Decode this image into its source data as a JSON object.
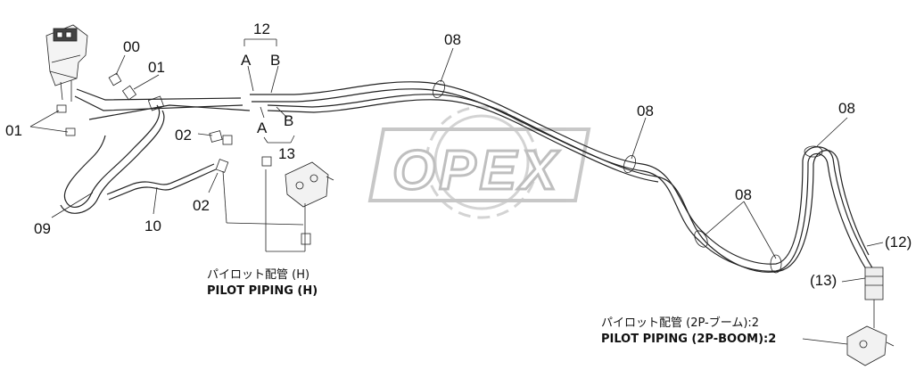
{
  "watermark": {
    "text": "OPEX"
  },
  "labels": {
    "l00": "00",
    "l01_top": "01",
    "l01_left": "01",
    "l02_upper": "02",
    "l02_lower": "02",
    "l09": "09",
    "l10": "10",
    "l12": "12",
    "l13": "13",
    "a_top": "A",
    "b_top": "B",
    "a_bot": "A",
    "b_bot": "B",
    "l08_1": "08",
    "l08_2": "08",
    "l08_3": "08",
    "l08_4": "08",
    "l12_paren": "(12)",
    "l13_paren": "(13)"
  },
  "notes": {
    "pilot_h_jp": "パイロット配管 (H)",
    "pilot_h_en": "PILOT PIPING (H)",
    "pilot_boom_jp": "パイロット配管 (2P-ブーム):2",
    "pilot_boom_en": "PILOT PIPING (2P-BOOM):2"
  },
  "colors": {
    "line": "#222222",
    "watermark": "#b8b8b8"
  }
}
